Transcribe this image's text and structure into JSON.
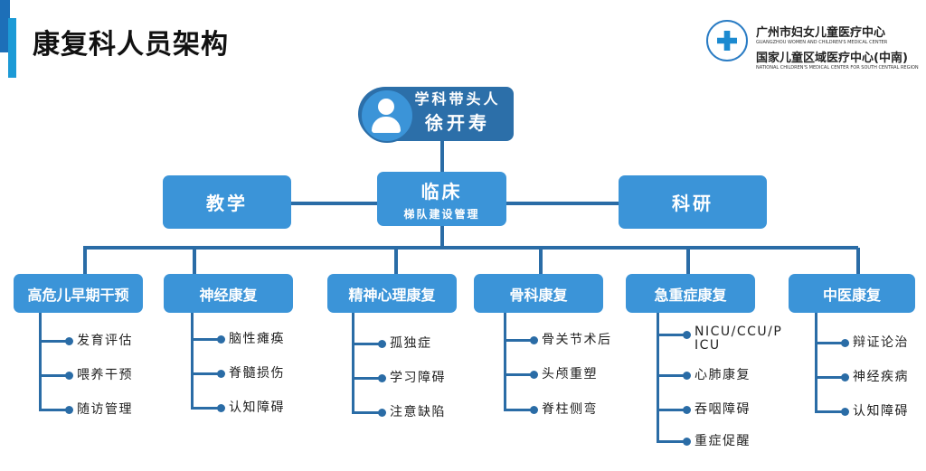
{
  "header": {
    "title": "康复科人员架构"
  },
  "logo": {
    "name_cn": "广州市妇女儿童医疗中心",
    "name_en": "GUANGZHOU WOMEN AND CHILDREN'S MEDICAL CENTER",
    "sub_cn": "国家儿童区域医疗中心(中南)",
    "sub_en": "NATIONAL CHILDREN'S MEDICAL CENTER FOR SOUTH CENTRAL REGION"
  },
  "leader": {
    "role": "学科带头人",
    "name": "徐开寿",
    "icon": "person-icon"
  },
  "branches": {
    "teaching": "教学",
    "clinical": "临床",
    "clinical_sub": "梯队建设管理",
    "research": "科研"
  },
  "colors": {
    "box": "#3b94d8",
    "leader": "#2c6fa9",
    "line": "#2a6ca6"
  },
  "departments": [
    {
      "name": "高危儿早期干预",
      "items": [
        "发育评估",
        "喂养干预",
        "随访管理"
      ]
    },
    {
      "name": "神经康复",
      "items": [
        "脑性瘫痪",
        "脊髓损伤",
        "认知障碍"
      ]
    },
    {
      "name": "精神心理康复",
      "items": [
        "孤独症",
        "学习障碍",
        "注意缺陷"
      ]
    },
    {
      "name": "骨科康复",
      "items": [
        "骨关节术后",
        "头颅重塑",
        "脊柱侧弯"
      ]
    },
    {
      "name": "急重症康复",
      "items": [
        "NICU/CCU/PICU",
        "心肺康复",
        "吞咽障碍",
        "重症促醒"
      ]
    },
    {
      "name": "中医康复",
      "items": [
        "辩证论治",
        "神经疾病",
        "认知障碍"
      ]
    }
  ]
}
